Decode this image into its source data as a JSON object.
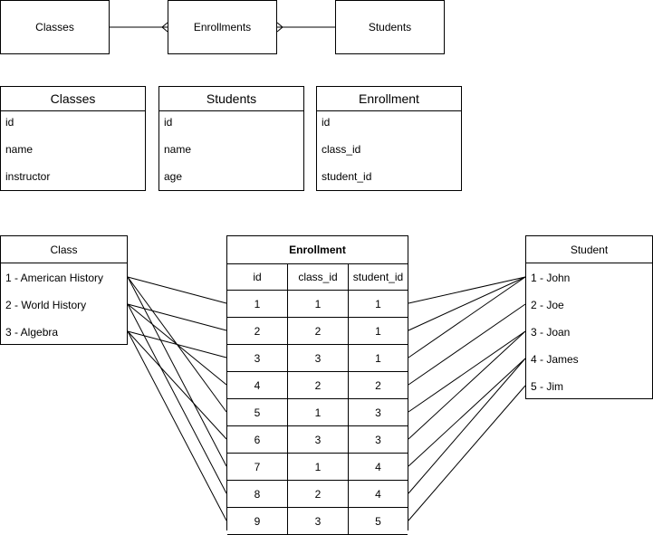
{
  "er_overview": {
    "classes": "Classes",
    "enrollments": "Enrollments",
    "students": "Students"
  },
  "schema": {
    "classes": {
      "title": "Classes",
      "fields": [
        "id",
        "name",
        "instructor"
      ]
    },
    "students": {
      "title": "Students",
      "fields": [
        "id",
        "name",
        "age"
      ]
    },
    "enrollment": {
      "title": "Enrollment",
      "fields": [
        "id",
        "class_id",
        "student_id"
      ]
    }
  },
  "class_list": {
    "title": "Class",
    "items": [
      "1 - American History",
      "2 - World History",
      "3 - Algebra"
    ]
  },
  "student_list": {
    "title": "Student",
    "items": [
      "1 - John",
      "2 - Joe",
      "3 - Joan",
      "4 - James",
      "5 - Jim"
    ]
  },
  "enrollment_table": {
    "title": "Enrollment",
    "columns": [
      "id",
      "class_id",
      "student_id"
    ],
    "rows": [
      [
        "1",
        "1",
        "1"
      ],
      [
        "2",
        "2",
        "1"
      ],
      [
        "3",
        "3",
        "1"
      ],
      [
        "4",
        "2",
        "2"
      ],
      [
        "5",
        "1",
        "3"
      ],
      [
        "6",
        "3",
        "3"
      ],
      [
        "7",
        "1",
        "4"
      ],
      [
        "8",
        "2",
        "4"
      ],
      [
        "9",
        "3",
        "5"
      ]
    ]
  }
}
